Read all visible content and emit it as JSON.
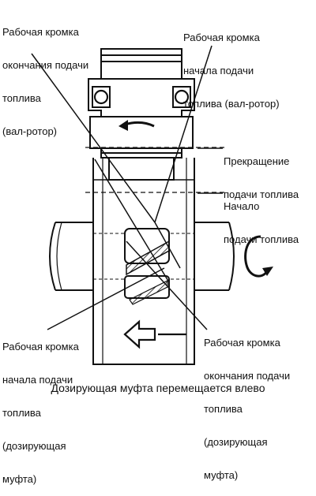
{
  "labels": {
    "top_left": [
      "Рабочая кромка",
      "окончания подачи",
      "топлива",
      "(вал-ротор)"
    ],
    "top_right": [
      "Рабочая кромка",
      "начала подачи",
      "топлива (вал-ротор)"
    ],
    "cutoff": [
      "Прекращение",
      "подачи топлива"
    ],
    "start": [
      "Начало",
      "подачи топлива"
    ],
    "bottom_left": [
      "Рабочая кромка",
      "начала подачи",
      "топлива",
      "(дозирующая",
      "муфта)"
    ],
    "bottom_right": [
      "Рабочая кромка",
      "окончания подачи",
      "топлива",
      "(дозирующая",
      "муфта)"
    ]
  },
  "caption": "Дозирующая муфта перемещается влево",
  "icons": {
    "rotation_arrow": "curved-arrow-left-icon",
    "clockwise": "clockwise-rotation-icon",
    "move_left": "arrow-left-icon"
  },
  "colors": {
    "ink": "#111111",
    "paper": "#ffffff"
  }
}
